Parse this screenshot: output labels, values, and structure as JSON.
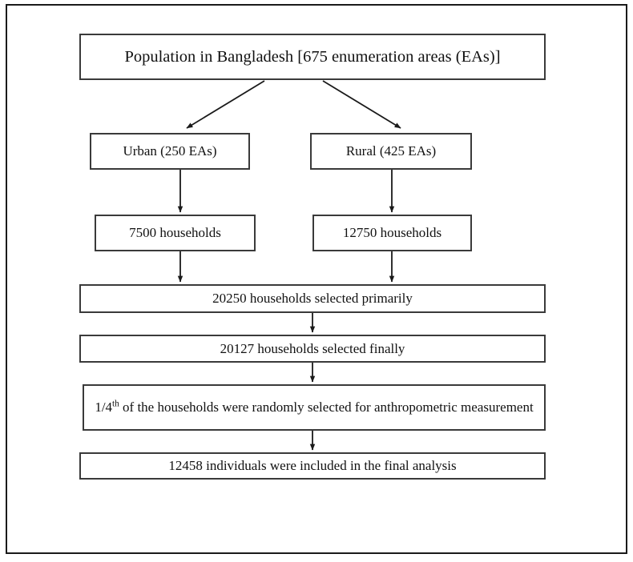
{
  "figure": {
    "type": "flowchart",
    "orientation": "top-down",
    "frame": {
      "border_color": "#1a1a1a",
      "background": "#ffffff"
    },
    "node_style": {
      "border_color": "#3a3a3a",
      "fill": "#ffffff",
      "text_color": "#111111"
    },
    "connector_color": "#1a1a1a"
  },
  "nodes": {
    "population": {
      "label": "Population in Bangladesh [675 enumeration areas (EAs)]",
      "enumeration_areas": 675
    },
    "urban": {
      "label": "Urban (250 EAs)",
      "enumeration_areas": 250
    },
    "rural": {
      "label": "Rural (425 EAs)",
      "enumeration_areas": 425
    },
    "urban_households": {
      "label": "7500 households",
      "households": 7500
    },
    "rural_households": {
      "label": "12750 households",
      "households": 12750
    },
    "primary_selection": {
      "label": "20250 households selected primarily",
      "households": 20250
    },
    "final_selection": {
      "label": "20127 households selected finally",
      "households": 20127
    },
    "anthropometric": {
      "label_prefix": "1/4",
      "label_superscript": "th",
      "label_suffix": " of the households were randomly selected for anthropometric measurement",
      "fraction": "1/4th"
    },
    "final_analysis": {
      "label": "12458 individuals were included in the final analysis",
      "individuals": 12458
    }
  },
  "edges": [
    {
      "from": "population",
      "to": "urban",
      "style": "diagonal-arrow"
    },
    {
      "from": "population",
      "to": "rural",
      "style": "diagonal-arrow"
    },
    {
      "from": "urban",
      "to": "urban_households",
      "style": "vertical-arrow"
    },
    {
      "from": "rural",
      "to": "rural_households",
      "style": "vertical-arrow"
    },
    {
      "from": "urban_households",
      "to": "primary_selection",
      "style": "vertical-arrow"
    },
    {
      "from": "rural_households",
      "to": "primary_selection",
      "style": "vertical-arrow"
    },
    {
      "from": "primary_selection",
      "to": "final_selection",
      "style": "vertical-arrow"
    },
    {
      "from": "final_selection",
      "to": "anthropometric",
      "style": "vertical-arrow"
    },
    {
      "from": "anthropometric",
      "to": "final_analysis",
      "style": "vertical-arrow"
    }
  ]
}
